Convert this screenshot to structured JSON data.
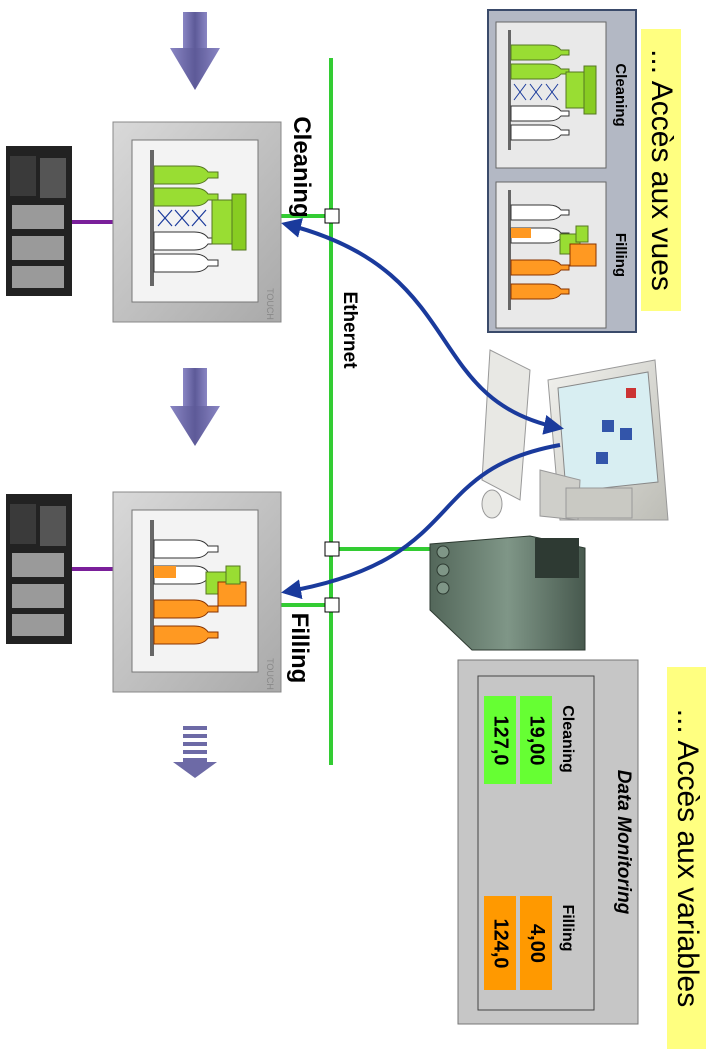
{
  "views_header": "... Accès aux vues",
  "variables_header": "... Accès aux variables",
  "panel_labels": {
    "cleaning": "Cleaning",
    "filling": "Filling"
  },
  "network_label": "Ethernet",
  "views_box": {
    "cleaning": "Cleaning",
    "filling": "Filling"
  },
  "monitoring": {
    "title": "Data Monitoring",
    "cleaning": {
      "label": "Cleaning",
      "value_1": "19,00",
      "value_2": "127,0"
    },
    "filling": {
      "label": "Filling",
      "value_1": "4,00",
      "value_2": "124,0"
    }
  },
  "panel_brand": "TOUCH",
  "colors": {
    "network": "#33cc33",
    "link": "#7a1f9a",
    "arrow_flow": "#6d6aa6",
    "connection": "#1a3a9c",
    "clean_green": "#99dd33",
    "fill_orange": "#ff9922",
    "header_bg": "#ffff80",
    "monitor_green": "#66ff33",
    "monitor_orange": "#ff9900"
  },
  "icons": [
    "plc-rack-icon",
    "touch-panel-icon",
    "pc-workstation-icon",
    "server-icon",
    "flow-arrow-icon",
    "bottle-icon"
  ]
}
